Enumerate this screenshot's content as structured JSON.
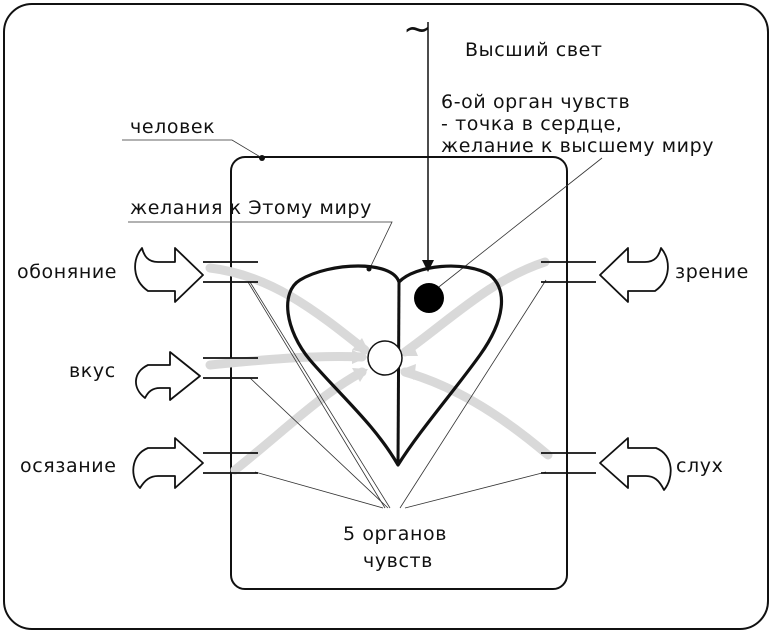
{
  "labels": {
    "top_light": "Высший свет",
    "sixth_sense_line1": "6-ой орган чувств",
    "sixth_sense_line2": "- точка в сердце,",
    "sixth_sense_line3": "желание к высшему миру",
    "person": "человек",
    "desires_world": "желания к Этому миру",
    "smell": "обоняние",
    "taste": "вкус",
    "touch": "осязание",
    "sight": "зрение",
    "hearing": "слух",
    "five_senses_line1": "5 органов",
    "five_senses_line2": "чувств"
  },
  "symbols": {
    "tilde": "~"
  }
}
